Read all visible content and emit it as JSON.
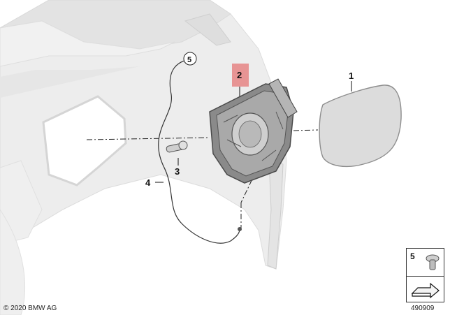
{
  "callouts": {
    "c1": "1",
    "c2": "2",
    "c3": "3",
    "c4": "4",
    "c5": "5"
  },
  "legend": {
    "number": "5",
    "icons": [
      "clip-rivet-icon",
      "arrow-icon"
    ]
  },
  "footer": {
    "copyright": "© 2020 BMW AG",
    "diagram_number": "490909"
  },
  "colors": {
    "body_panel": "#e9e9e9",
    "body_edge": "#d6d6d6",
    "highlight_box": "#e58a8a",
    "part_dark": "#6f6f6f",
    "lid": "#dadada"
  }
}
